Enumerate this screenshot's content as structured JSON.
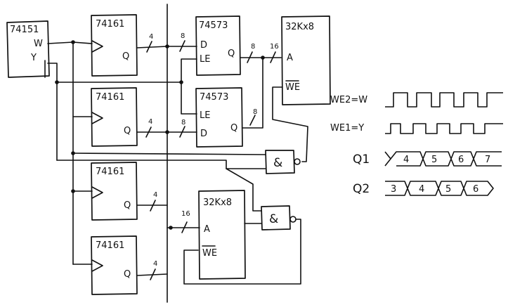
{
  "blocks": {
    "pld": {
      "part": "74151",
      "pin_w": "W",
      "pin_y": "Y"
    },
    "counter1": {
      "part": "74161",
      "out": "Q"
    },
    "counter2": {
      "part": "74161",
      "out": "Q"
    },
    "counter3": {
      "part": "74161",
      "out": "Q"
    },
    "counter4": {
      "part": "74161",
      "out": "Q"
    },
    "latch1": {
      "part": "74573",
      "pin_d": "D",
      "pin_le": "LE",
      "out": "Q"
    },
    "latch2": {
      "part": "74573",
      "pin_le": "LE",
      "pin_d": "D",
      "out": "Q"
    },
    "ram1": {
      "part": "32Kx8",
      "pin_a": "A",
      "pin_we": "WE"
    },
    "ram2": {
      "part": "32Kx8",
      "pin_a": "A",
      "pin_we": "WE"
    },
    "gate1": {
      "symbol": "&"
    },
    "gate2": {
      "symbol": "&"
    }
  },
  "bus_widths": {
    "c1_out": "4",
    "latch1_in": "8",
    "latch1_out": "8",
    "ram1_addr": "16",
    "c2_out": "4",
    "latch2_in": "8",
    "latch2_out": "8",
    "c3_out": "4",
    "ram2_addr": "16",
    "c4_out": "4"
  },
  "timing": {
    "we2_label": "WE2=W",
    "we1_label": "WE1=Y",
    "q1_label": "Q1",
    "q2_label": "Q2",
    "q1_values": [
      "4",
      "5",
      "6",
      "7"
    ],
    "q2_values": [
      "3",
      "4",
      "5",
      "6"
    ]
  }
}
